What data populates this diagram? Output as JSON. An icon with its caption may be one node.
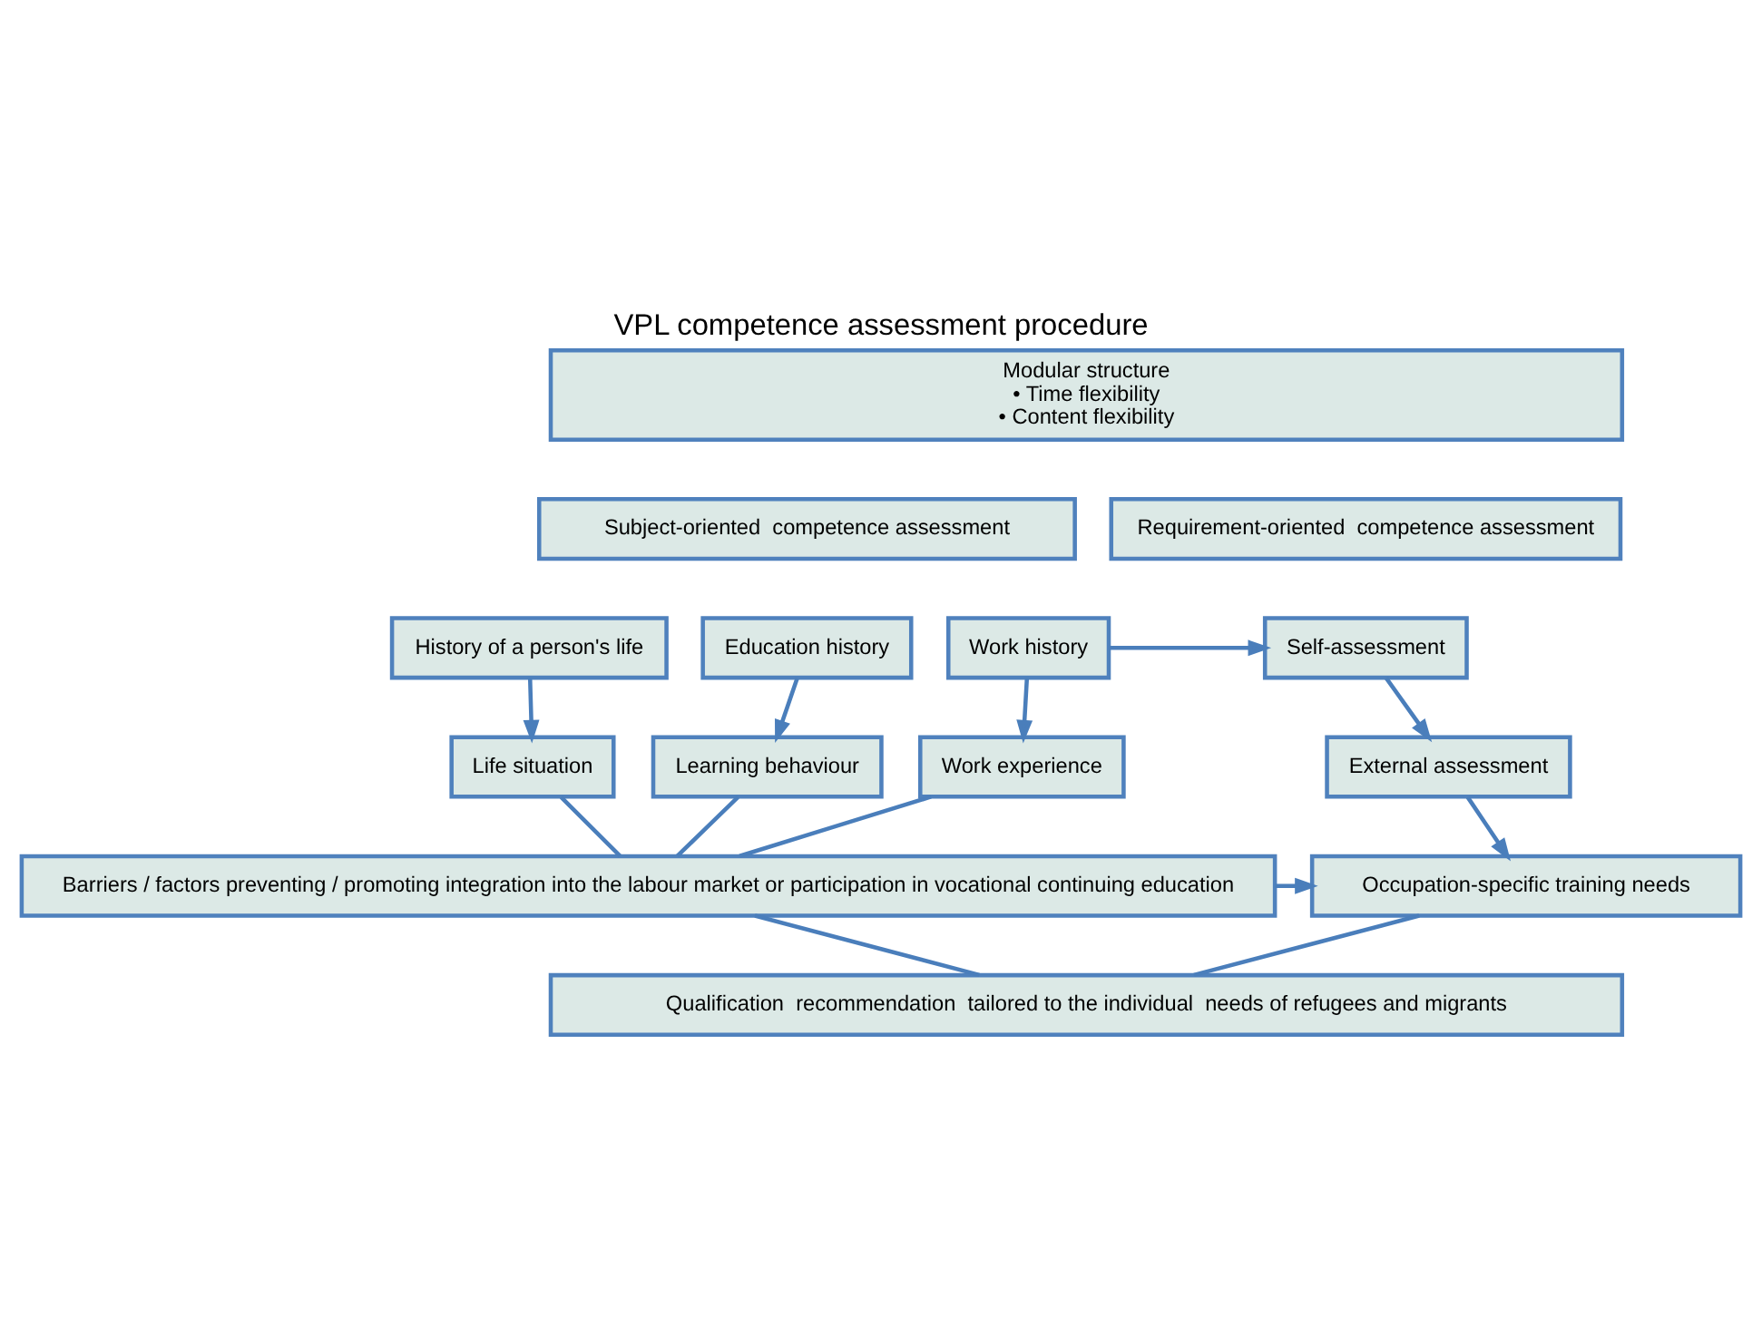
{
  "diagram": {
    "title": "VPL competence assessment procedure",
    "nodes": [
      {
        "text": [
          "Modular structure",
          "• Time flexibility",
          "• Content flexibility"
        ]
      },
      {
        "text": [
          "Subject-oriented  competence assessment"
        ]
      },
      {
        "text": [
          "Requirement-oriented  competence assessment"
        ]
      },
      {
        "text": [
          "History of a person's life"
        ]
      },
      {
        "text": [
          "Education history"
        ]
      },
      {
        "text": [
          "Work history"
        ]
      },
      {
        "text": [
          "Self-assessment"
        ]
      },
      {
        "text": [
          "Life situation"
        ]
      },
      {
        "text": [
          "Learning behaviour"
        ]
      },
      {
        "text": [
          "Work experience"
        ]
      },
      {
        "text": [
          "External assessment"
        ]
      },
      {
        "text": [
          "Barriers / factors preventing / promoting integration into the labour market or participation in vocational continuing education"
        ]
      },
      {
        "text": [
          "Occupation-specific training needs"
        ]
      },
      {
        "text": [
          "Qualification  recommendation  tailored to the individual  needs of refugees and migrants"
        ]
      }
    ],
    "edges": [
      {
        "from": 3,
        "to": 7,
        "arrow": "to"
      },
      {
        "from": 4,
        "to": 8,
        "arrow": "to"
      },
      {
        "from": 5,
        "to": 9,
        "arrow": "to"
      },
      {
        "from": 5,
        "to": 6,
        "arrow": "to"
      },
      {
        "from": 6,
        "to": 10,
        "arrow": "to"
      },
      {
        "from": 10,
        "to": 12,
        "arrow": "to"
      },
      {
        "from": 7,
        "to": 11,
        "arrow": "none"
      },
      {
        "from": 8,
        "to": 11,
        "arrow": "none"
      },
      {
        "from": 9,
        "to": 11,
        "arrow": "none"
      },
      {
        "from": 11,
        "to": 12,
        "arrow": "to"
      },
      {
        "from": 11,
        "to": 13,
        "arrow": "none"
      },
      {
        "from": 12,
        "to": 13,
        "arrow": "none"
      }
    ]
  }
}
